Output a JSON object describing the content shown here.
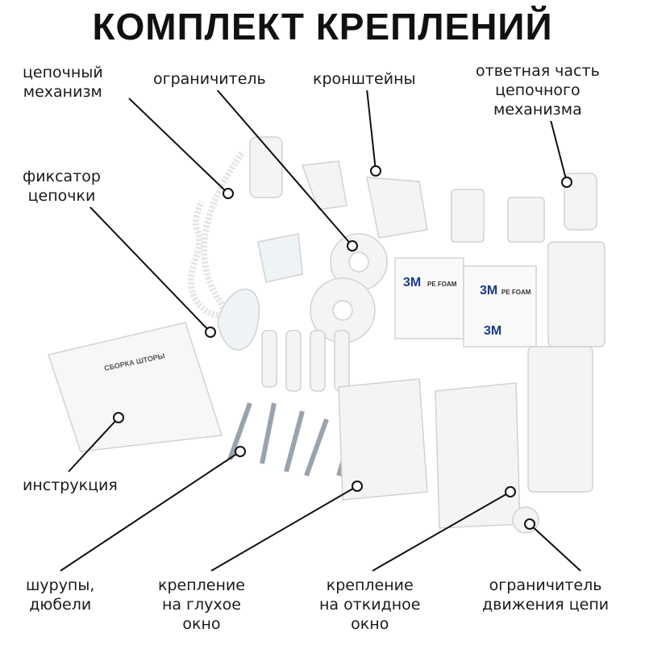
{
  "title": "КОМПЛЕКТ КРЕПЛЕНИЙ",
  "labels": {
    "chain_mechanism": [
      "цепочный",
      "механизм"
    ],
    "limiter": [
      "ограничитель"
    ],
    "brackets": [
      "кронштейны"
    ],
    "counterpart": [
      "ответная часть",
      "цепочного",
      "механизма"
    ],
    "chain_fixer": [
      "фиксатор",
      "цепочки"
    ],
    "instruction": [
      "инструкция"
    ],
    "screws": [
      "шурупы,",
      "дюбели"
    ],
    "fixed_window_mount": [
      "крепление",
      "на глухое",
      "окно"
    ],
    "tilt_window_mount": [
      "крепление",
      "на откидное",
      "окно"
    ],
    "chain_stop": [
      "ограничитель",
      "движения цепи"
    ]
  },
  "tape_brand": "3M",
  "tape_text": "PE FOAM",
  "booklet_text": "СБОРКА ШТОРЫ"
}
